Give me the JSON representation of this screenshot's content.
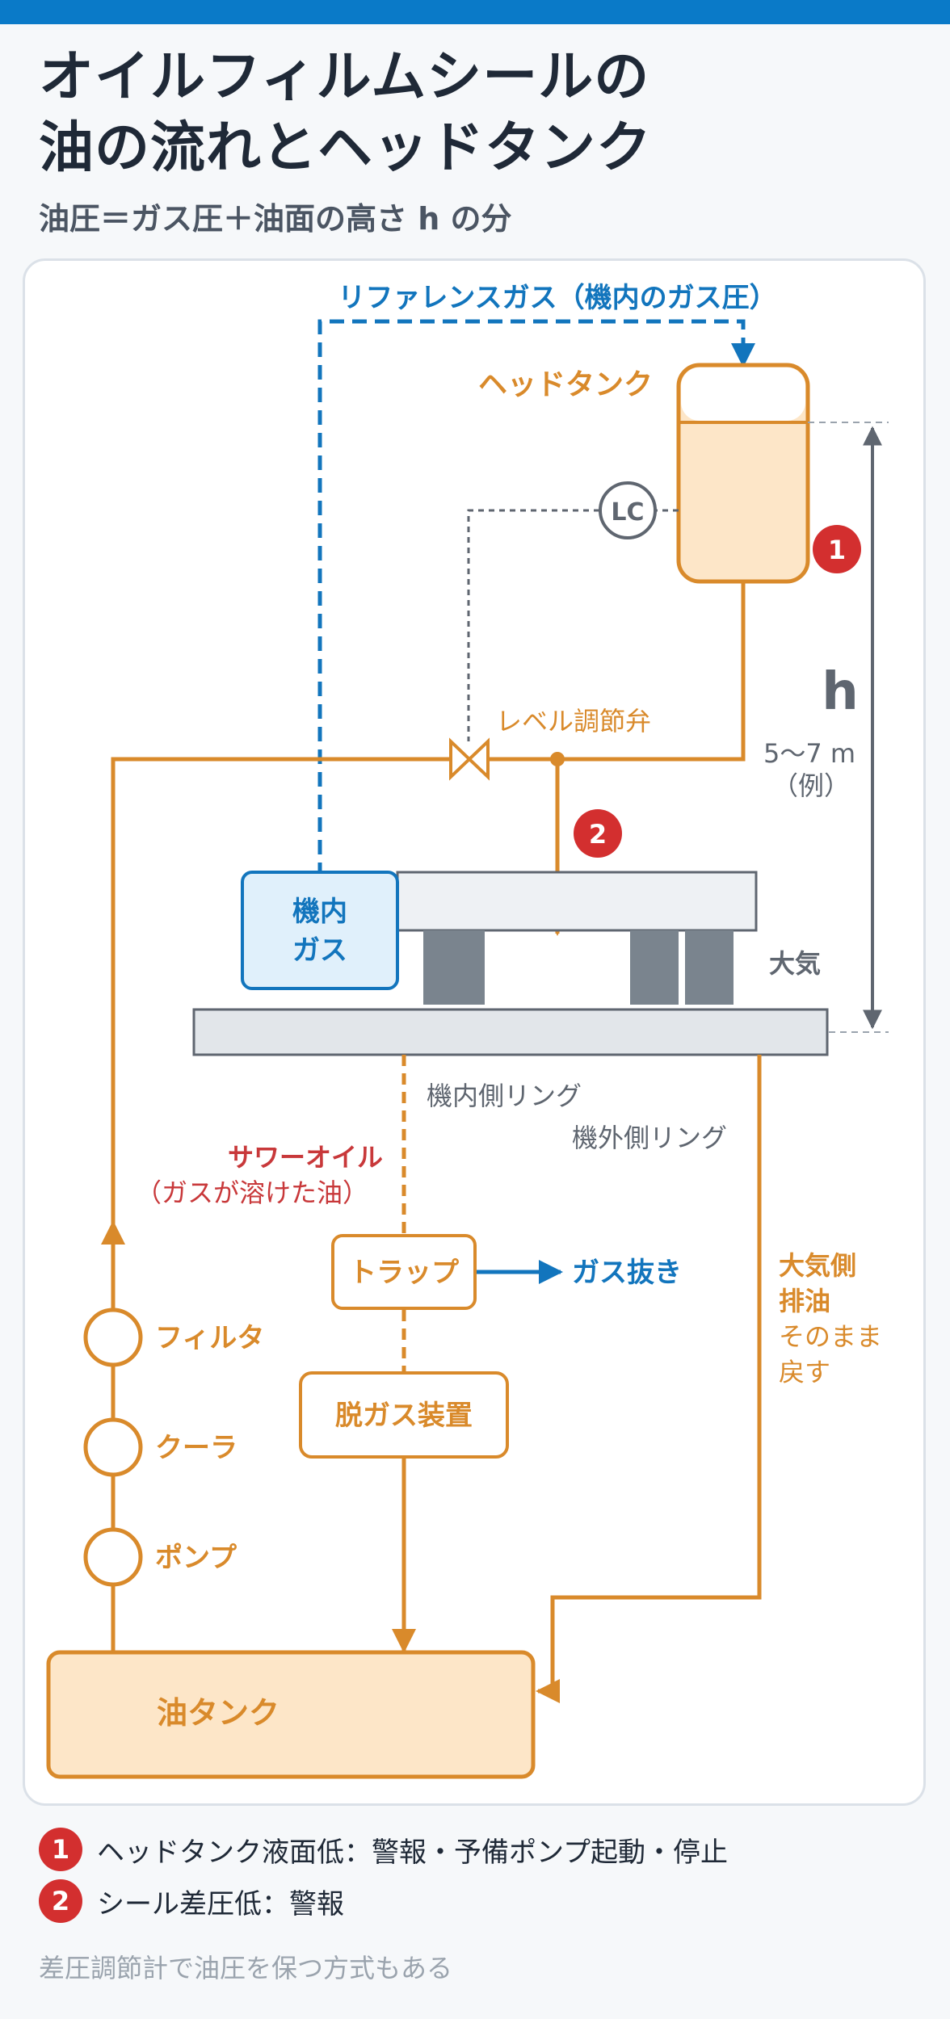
{
  "header": {
    "title_line1": "オイルフィルムシールの",
    "title_line2": "油の流れとヘッドタンク",
    "subtitle": "油圧＝ガス圧＋油面の高さ h の分"
  },
  "diagram": {
    "reference_gas": "リファレンスガス（機内のガス圧）",
    "head_tank": "ヘッドタンク",
    "lc": "LC",
    "level_valve": "レベル調節弁",
    "h_label": "h",
    "h_value": "5〜7 m",
    "h_example": "（例）",
    "internal_gas_line1": "機内",
    "internal_gas_line2": "ガス",
    "atmosphere": "大気",
    "inner_ring": "機内側リング",
    "outer_ring": "機外側リング",
    "sour_oil": "サワーオイル",
    "sour_oil_note": "（ガスが溶けた油）",
    "trap": "トラップ",
    "gas_vent": "ガス抜き",
    "degasser": "脱ガス装置",
    "atm_drain_line1": "大気側",
    "atm_drain_line2": "排油",
    "atm_drain_line3": "そのまま",
    "atm_drain_line4": "戻す",
    "filter": "フィルタ",
    "cooler": "クーラ",
    "pump": "ポンプ",
    "oil_tank": "油タンク",
    "badge1": "1",
    "badge2": "2"
  },
  "notes": [
    {
      "num": "1",
      "text": "ヘッドタンク液面低：警報・予備ポンプ起動・停止"
    },
    {
      "num": "2",
      "text": "シール差圧低：警報"
    }
  ],
  "footer": "差圧調節計で油圧を保つ方式もある",
  "colors": {
    "orange": "#d98a2b",
    "blue": "#1275bd",
    "gray": "#5f6670",
    "red": "#d32f2f",
    "tank_fill": "#fde6c8"
  }
}
